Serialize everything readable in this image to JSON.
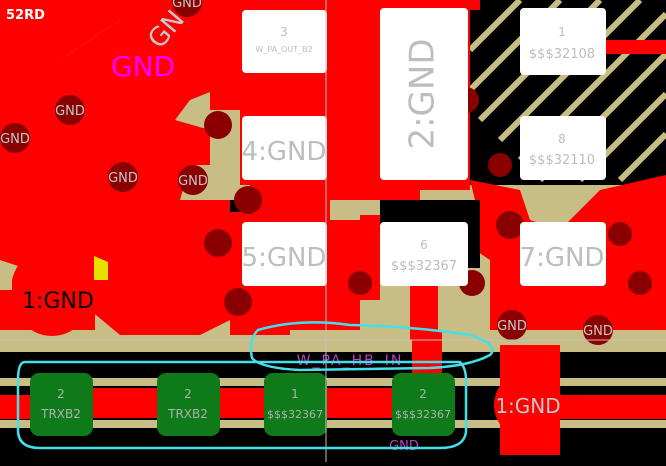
{
  "layer_label": "52RD",
  "colors": {
    "copper": "#ff0000",
    "board": "#c8bd85",
    "pad": "#ffffff",
    "pad_text": "#bdbdbd",
    "green_pad": "#0f7a1a",
    "via": "#8a0000",
    "net_label": "#c040c0",
    "magenta": "#ff00ff",
    "highlight": "#44e0e8"
  },
  "pads": {
    "p3": {
      "num": "3",
      "net": "W_PA_OUT_B2"
    },
    "p2": {
      "label": "2:GND"
    },
    "p1": {
      "num": "1",
      "net": "$$$32108"
    },
    "p4": {
      "label": "4:GND"
    },
    "p8": {
      "num": "8",
      "net": "$$$32110"
    },
    "p5": {
      "label": "5:GND"
    },
    "p6": {
      "num": "6",
      "net": "$$$32367"
    },
    "p7": {
      "label": "7:GND"
    }
  },
  "big_labels": {
    "gnd_magenta": "GND",
    "gnd_rotated": "GN",
    "gnd_left": "1:GND",
    "gnd_right": "1:GND"
  },
  "vias": {
    "gnd": "GND"
  },
  "green_pads": [
    {
      "num": "2",
      "net": "TRXB2"
    },
    {
      "num": "2",
      "net": "TRXB2"
    },
    {
      "num": "1",
      "net": "$$$32367"
    },
    {
      "num": "2",
      "net": "$$$32367"
    }
  ],
  "net_labels": {
    "trace_top": "W_PA_HB_IN",
    "trace_bottom": "GND"
  }
}
